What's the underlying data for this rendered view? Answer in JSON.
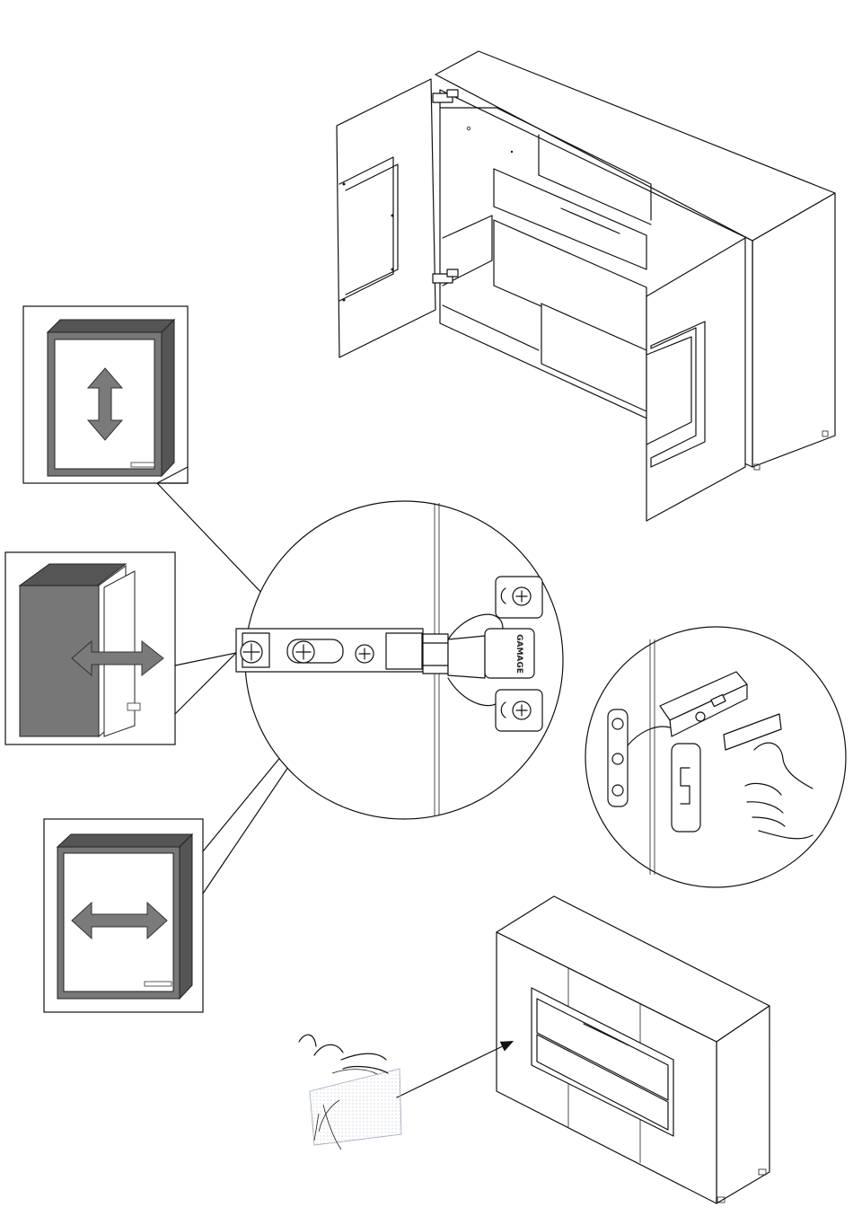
{
  "hinge": {
    "brand_label": "GAMAGE"
  },
  "colors": {
    "line": "#111111",
    "panel_gray": "#777777",
    "arrow_gray": "#7a7a7a",
    "background": "#ffffff"
  },
  "icons": {
    "vertical_adjust": "double-arrow-vertical",
    "depth_adjust": "double-arrow-horizontal",
    "lateral_adjust": "double-arrow-horizontal"
  }
}
